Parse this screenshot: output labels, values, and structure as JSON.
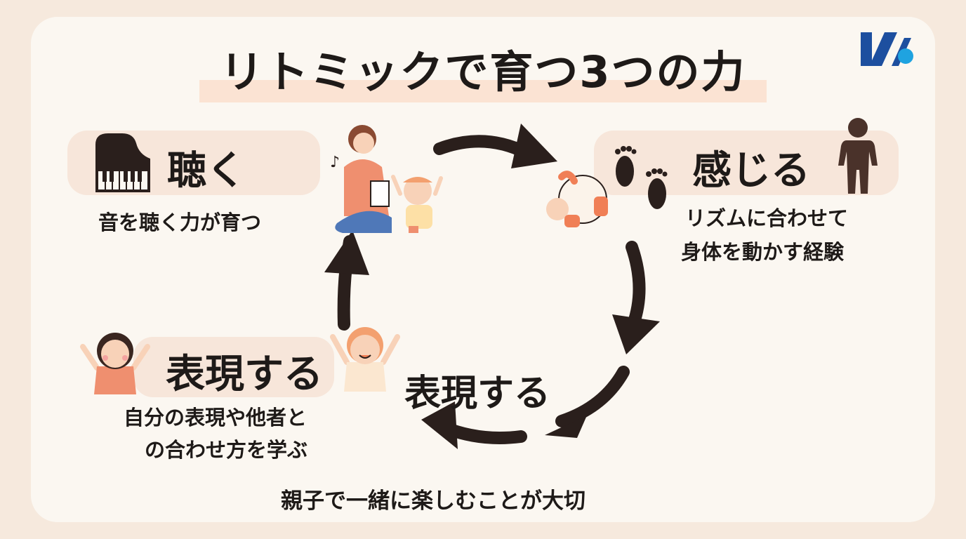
{
  "title": "リトミックで育つ3つの力",
  "nodes": {
    "listen": {
      "label": "聴く",
      "desc": "音を聴く力が育つ"
    },
    "feel": {
      "label": "感じる",
      "desc_line1": "リズムに合わせて",
      "desc_line2": "身体を動かす経験"
    },
    "express": {
      "label": "表現する",
      "desc_line1": "自分の表現や他者と",
      "desc_line2": "の合わせ方を学ぶ"
    }
  },
  "cycle_label": "表現する",
  "footer": "親子で一緒に楽しむことが大切",
  "colors": {
    "background": "#f6e9dd",
    "card": "#fbf7f1",
    "pill": "#f7e6da",
    "arrow": "#2a1f1c",
    "logo_blue": "#1d4f9f",
    "logo_dot": "#1fa3e0"
  }
}
